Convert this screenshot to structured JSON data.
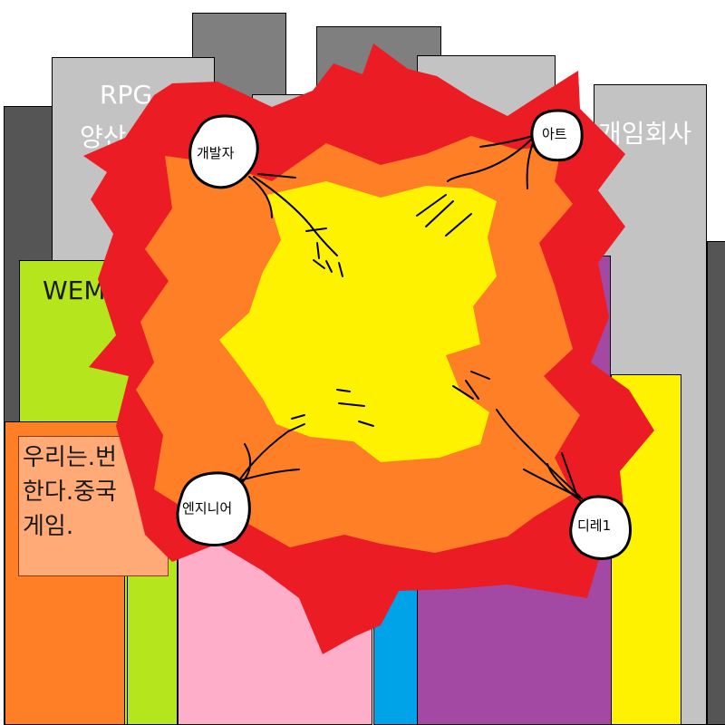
{
  "buildings": {
    "rpg": {
      "line1": "RPG",
      "line2": "양산-공"
    },
    "game_company": {
      "label": "개임회사"
    },
    "wemai": {
      "label": "WEMAII"
    },
    "sign": {
      "line1": "우리는.번",
      "line2": "한다.중국",
      "line3": "게임."
    }
  },
  "characters": {
    "developer": "개발자",
    "art": "아트",
    "engineer": "엔지니어",
    "director": "디레1"
  },
  "colors": {
    "explosion_outer": "#ec1c24",
    "explosion_mid": "#ff7f27",
    "explosion_core": "#fff200",
    "building_dark": "#7f7f7f",
    "building_light": "#c3c3c3",
    "building_lime": "#b5e61d",
    "building_orange": "#ff7f27",
    "building_pink": "#ffaec9",
    "building_purple": "#a349a4",
    "building_yellow": "#fff200",
    "building_blue": "#00a2e8",
    "sign_bg": "#ffaa77"
  }
}
